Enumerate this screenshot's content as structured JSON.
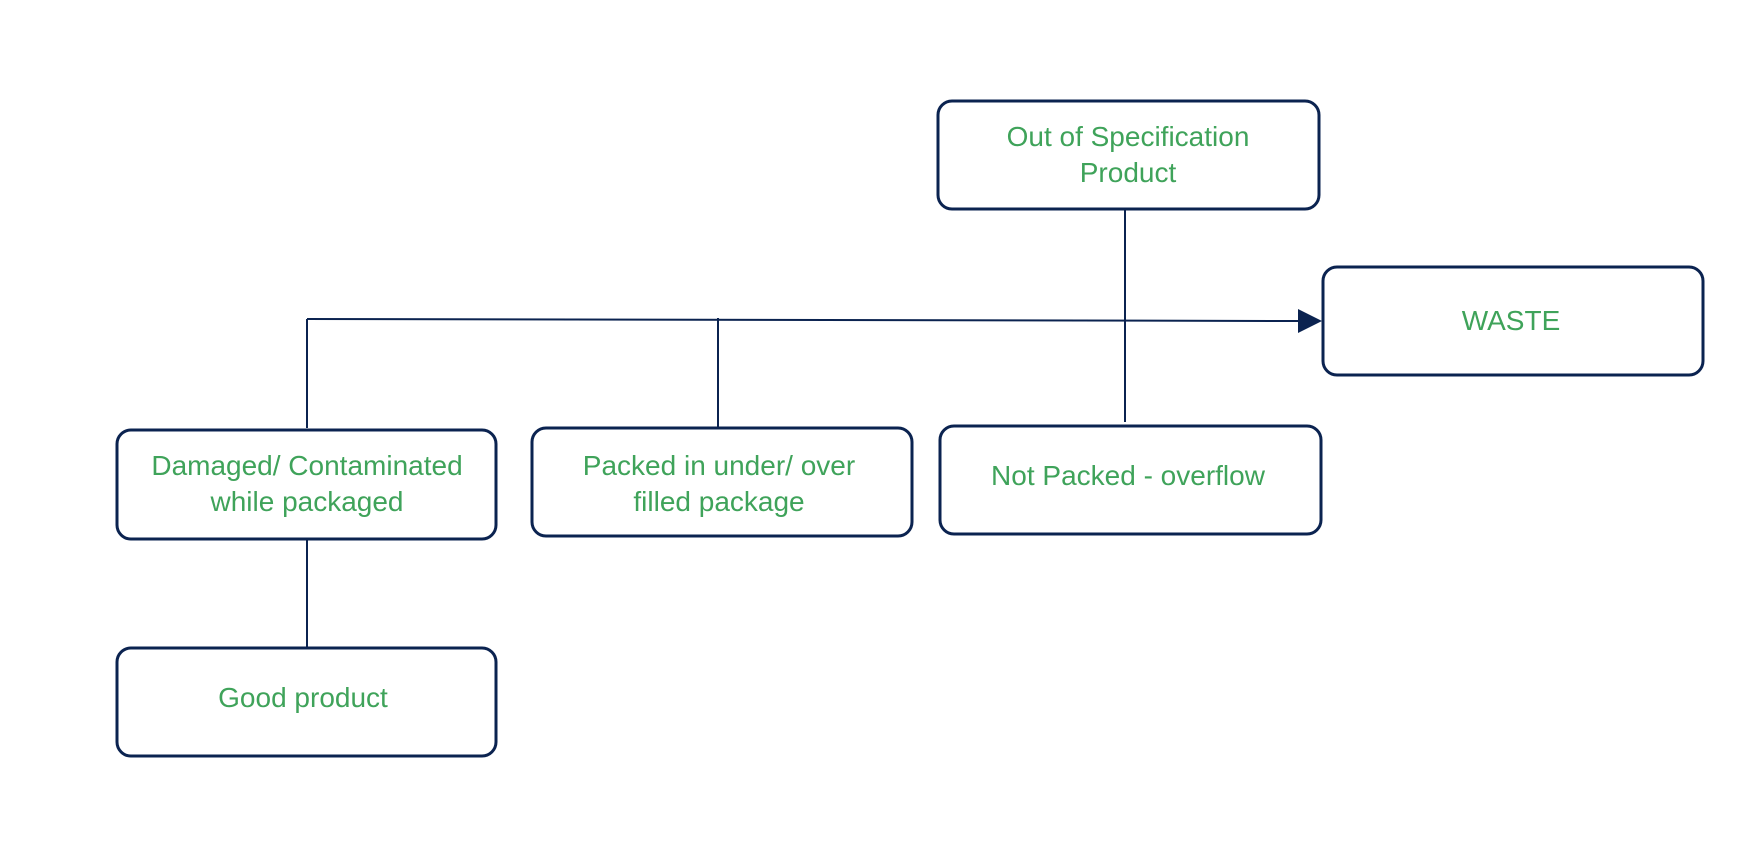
{
  "nodes": {
    "out_of_spec": {
      "line1": "Out of Specification",
      "line2": "Product"
    },
    "waste": {
      "label": "WASTE"
    },
    "damaged": {
      "line1": "Damaged/ Contaminated",
      "line2": "while packaged"
    },
    "packed_under_over": {
      "line1": "Packed in under/ over",
      "line2": "filled package"
    },
    "not_packed": {
      "label": "Not Packed - overflow"
    },
    "good_product": {
      "label": "Good product"
    }
  },
  "colors": {
    "border": "#0b2350",
    "text": "#3fa35a",
    "background": "#ffffff"
  }
}
